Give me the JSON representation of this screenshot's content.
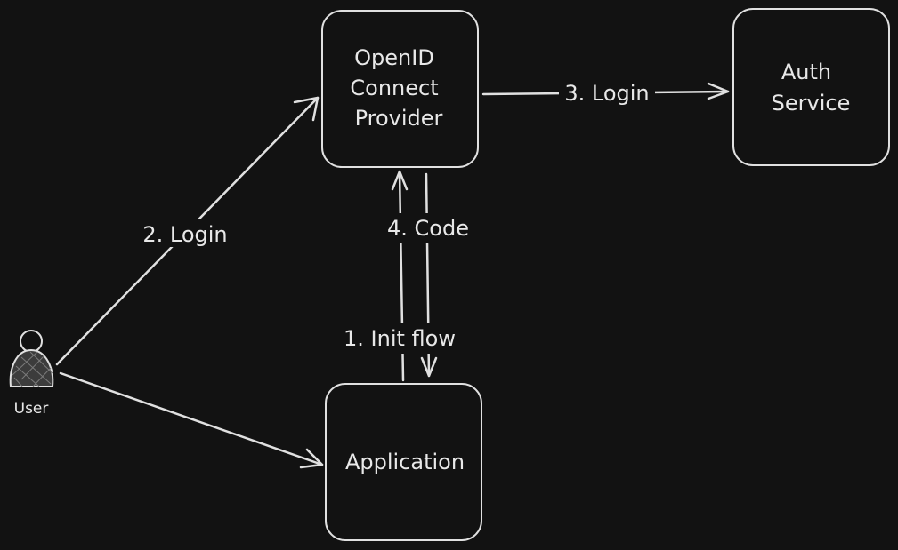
{
  "nodes": {
    "provider": {
      "lines": [
        "OpenID",
        "Connect",
        "Provider"
      ]
    },
    "auth": {
      "lines": [
        "Auth",
        "Service"
      ]
    },
    "application": {
      "lines": [
        "Application"
      ]
    }
  },
  "actor": {
    "label": "User",
    "icon": "user-icon"
  },
  "edges": {
    "init_flow": "1. Init flow",
    "user_login": "2. Login",
    "provider_login": "3. Login",
    "code": "4. Code"
  },
  "colors": {
    "background": "#121212",
    "stroke": "#e0e0e0",
    "text": "#e8e8e8"
  }
}
